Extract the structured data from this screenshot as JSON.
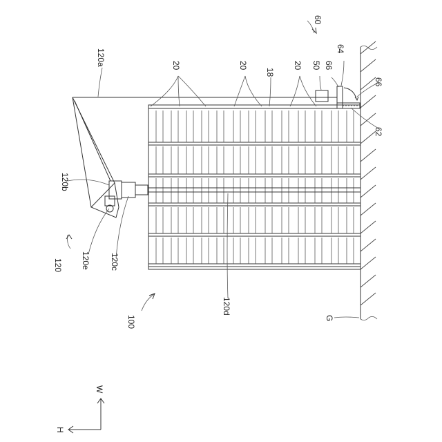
{
  "labels": {
    "ref_60": "60",
    "ref_64": "64",
    "ref_66a": "66",
    "ref_66b": "66",
    "ref_50": "50",
    "ref_20a": "20",
    "ref_20b": "20",
    "ref_20c": "20",
    "ref_18": "18",
    "ref_62": "62",
    "ref_120a": "120a",
    "ref_120b": "120b",
    "ref_120": "120",
    "ref_120e": "120e",
    "ref_120c": "120c",
    "ref_120d": "120d",
    "ref_100": "100",
    "ref_G": "G",
    "axis_W": "W",
    "axis_H": "H"
  }
}
